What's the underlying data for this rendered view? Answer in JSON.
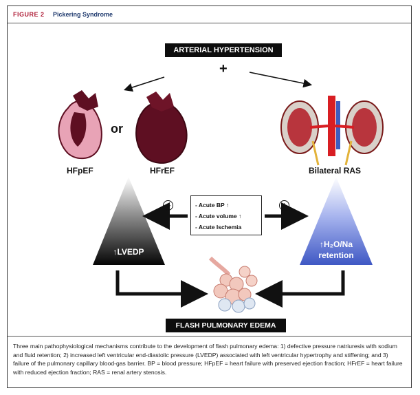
{
  "header": {
    "figure_label": "FIGURE 2",
    "title": "Pickering Syndrome"
  },
  "diagram": {
    "top_box": "ARTERIAL HYPERTENSION",
    "plus": "+",
    "or_text": "or",
    "hfpef_label": "HFpEF",
    "hfref_label": "HFrEF",
    "ras_label": "Bilateral RAS",
    "left_triangle_text": "↑LVEDP",
    "right_triangle_line1": "↑H₂O/Na",
    "right_triangle_line2": "retention",
    "mid_items": [
      "- Acute BP ↑",
      "- Acute volume ↑",
      "- Acute Ischemia"
    ],
    "circle_plus": "+",
    "bottom_box": "FLASH PULMONARY EDEMA"
  },
  "caption": "Three main pathophysiological mechanisms contribute to the development of flash pulmonary edema: 1) defective pressure natriuresis with sodium and fluid retention; 2) increased left ventricular end-diastolic pressure (LVEDP) associated with left ventricular hypertrophy and stiffening; and 3) failure of the pulmonary capillary blood-gas barrier. BP = blood pressure; HFpEF = heart failure with preserved ejection fraction; HFrEF = heart failure with reduced ejection fraction; RAS = renal artery stenosis.",
  "colors": {
    "figure_label": "#b0203a",
    "title": "#1f3a6e",
    "heart_dark": "#5e0f22",
    "heart_pink": "#e8a3b6",
    "blue_triangle": "#4a63c9",
    "black_box": "#0d0d0d"
  }
}
